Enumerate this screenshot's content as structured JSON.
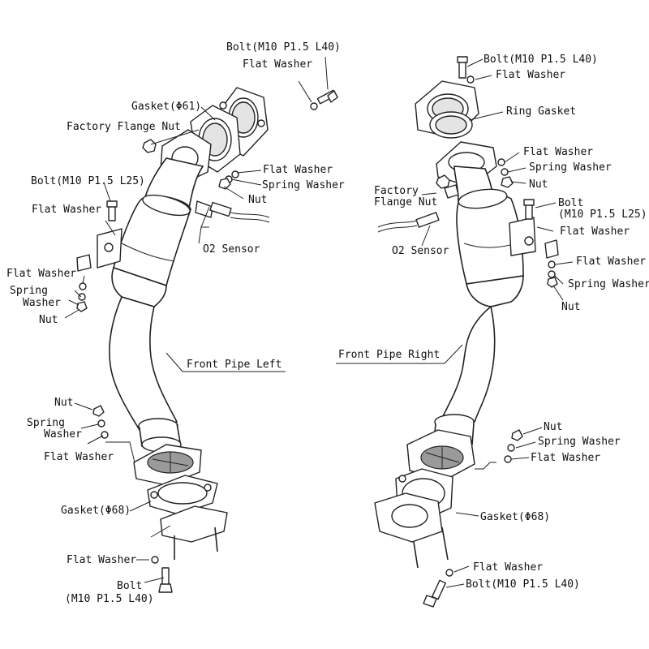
{
  "labels": {
    "l_bolt_top": "Bolt(M10 P1.5 L40)",
    "l_flatwasher_top": "Flat Washer",
    "l_gasket61": "Gasket(Φ61)",
    "l_factory_flange_nut": "Factory Flange Nut",
    "l_flat_washer_mid": "Flat Washer",
    "l_spring_washer_mid": "Spring Washer",
    "l_nut_mid": "Nut",
    "l_o2_left": "O2 Sensor",
    "l_bolt_l25": "Bolt(M10 P1.5 L25)",
    "l_flat_washer_bracket": "Flat Washer",
    "l_flat_washer_stack": "Flat Washer",
    "l_spring_washer_stack_1": "Spring",
    "l_spring_washer_stack_2": "Washer",
    "l_nut_stack": "Nut",
    "l_front_pipe_left": "Front Pipe Left",
    "l_nut_lower": "Nut",
    "l_spring_washer_lower_1": "Spring",
    "l_spring_washer_lower_2": "Washer",
    "l_flat_washer_lower": "Flat Washer",
    "l_gasket68_left": "Gasket(Φ68)",
    "l_flat_washer_bottom": "Flat Washer",
    "l_bolt_bottom_1": "Bolt",
    "l_bolt_bottom_2": "(M10 P1.5 L40)",
    "r_bolt_top": "Bolt(M10 P1.5 L40)",
    "r_flat_washer_top": "Flat Washer",
    "r_ring_gasket": "Ring Gasket",
    "r_flat_washer_1": "Flat Washer",
    "r_spring_washer_1": "Spring Washer",
    "r_nut_1": "Nut",
    "r_factory_1": "Factory",
    "r_factory_2": "Flange Nut",
    "r_bolt_l25_1": "Bolt",
    "r_bolt_l25_2": "(M10 P1.5 L25)",
    "r_flat_washer_2": "Flat Washer",
    "r_o2": "O2 Sensor",
    "r_flat_washer_3": "Flat Washer",
    "r_spring_washer_2": "Spring Washer",
    "r_nut_2": "Nut",
    "r_front_pipe_right": "Front Pipe Right",
    "r_nut_lower": "Nut",
    "r_spring_washer_lower": "Spring Washer",
    "r_flat_washer_lower": "Flat Washer",
    "r_gasket68": "Gasket(Φ68)",
    "r_flat_washer_bottom": "Flat Washer",
    "r_bolt_bottom": "Bolt(M10 P1.5 L40)"
  }
}
